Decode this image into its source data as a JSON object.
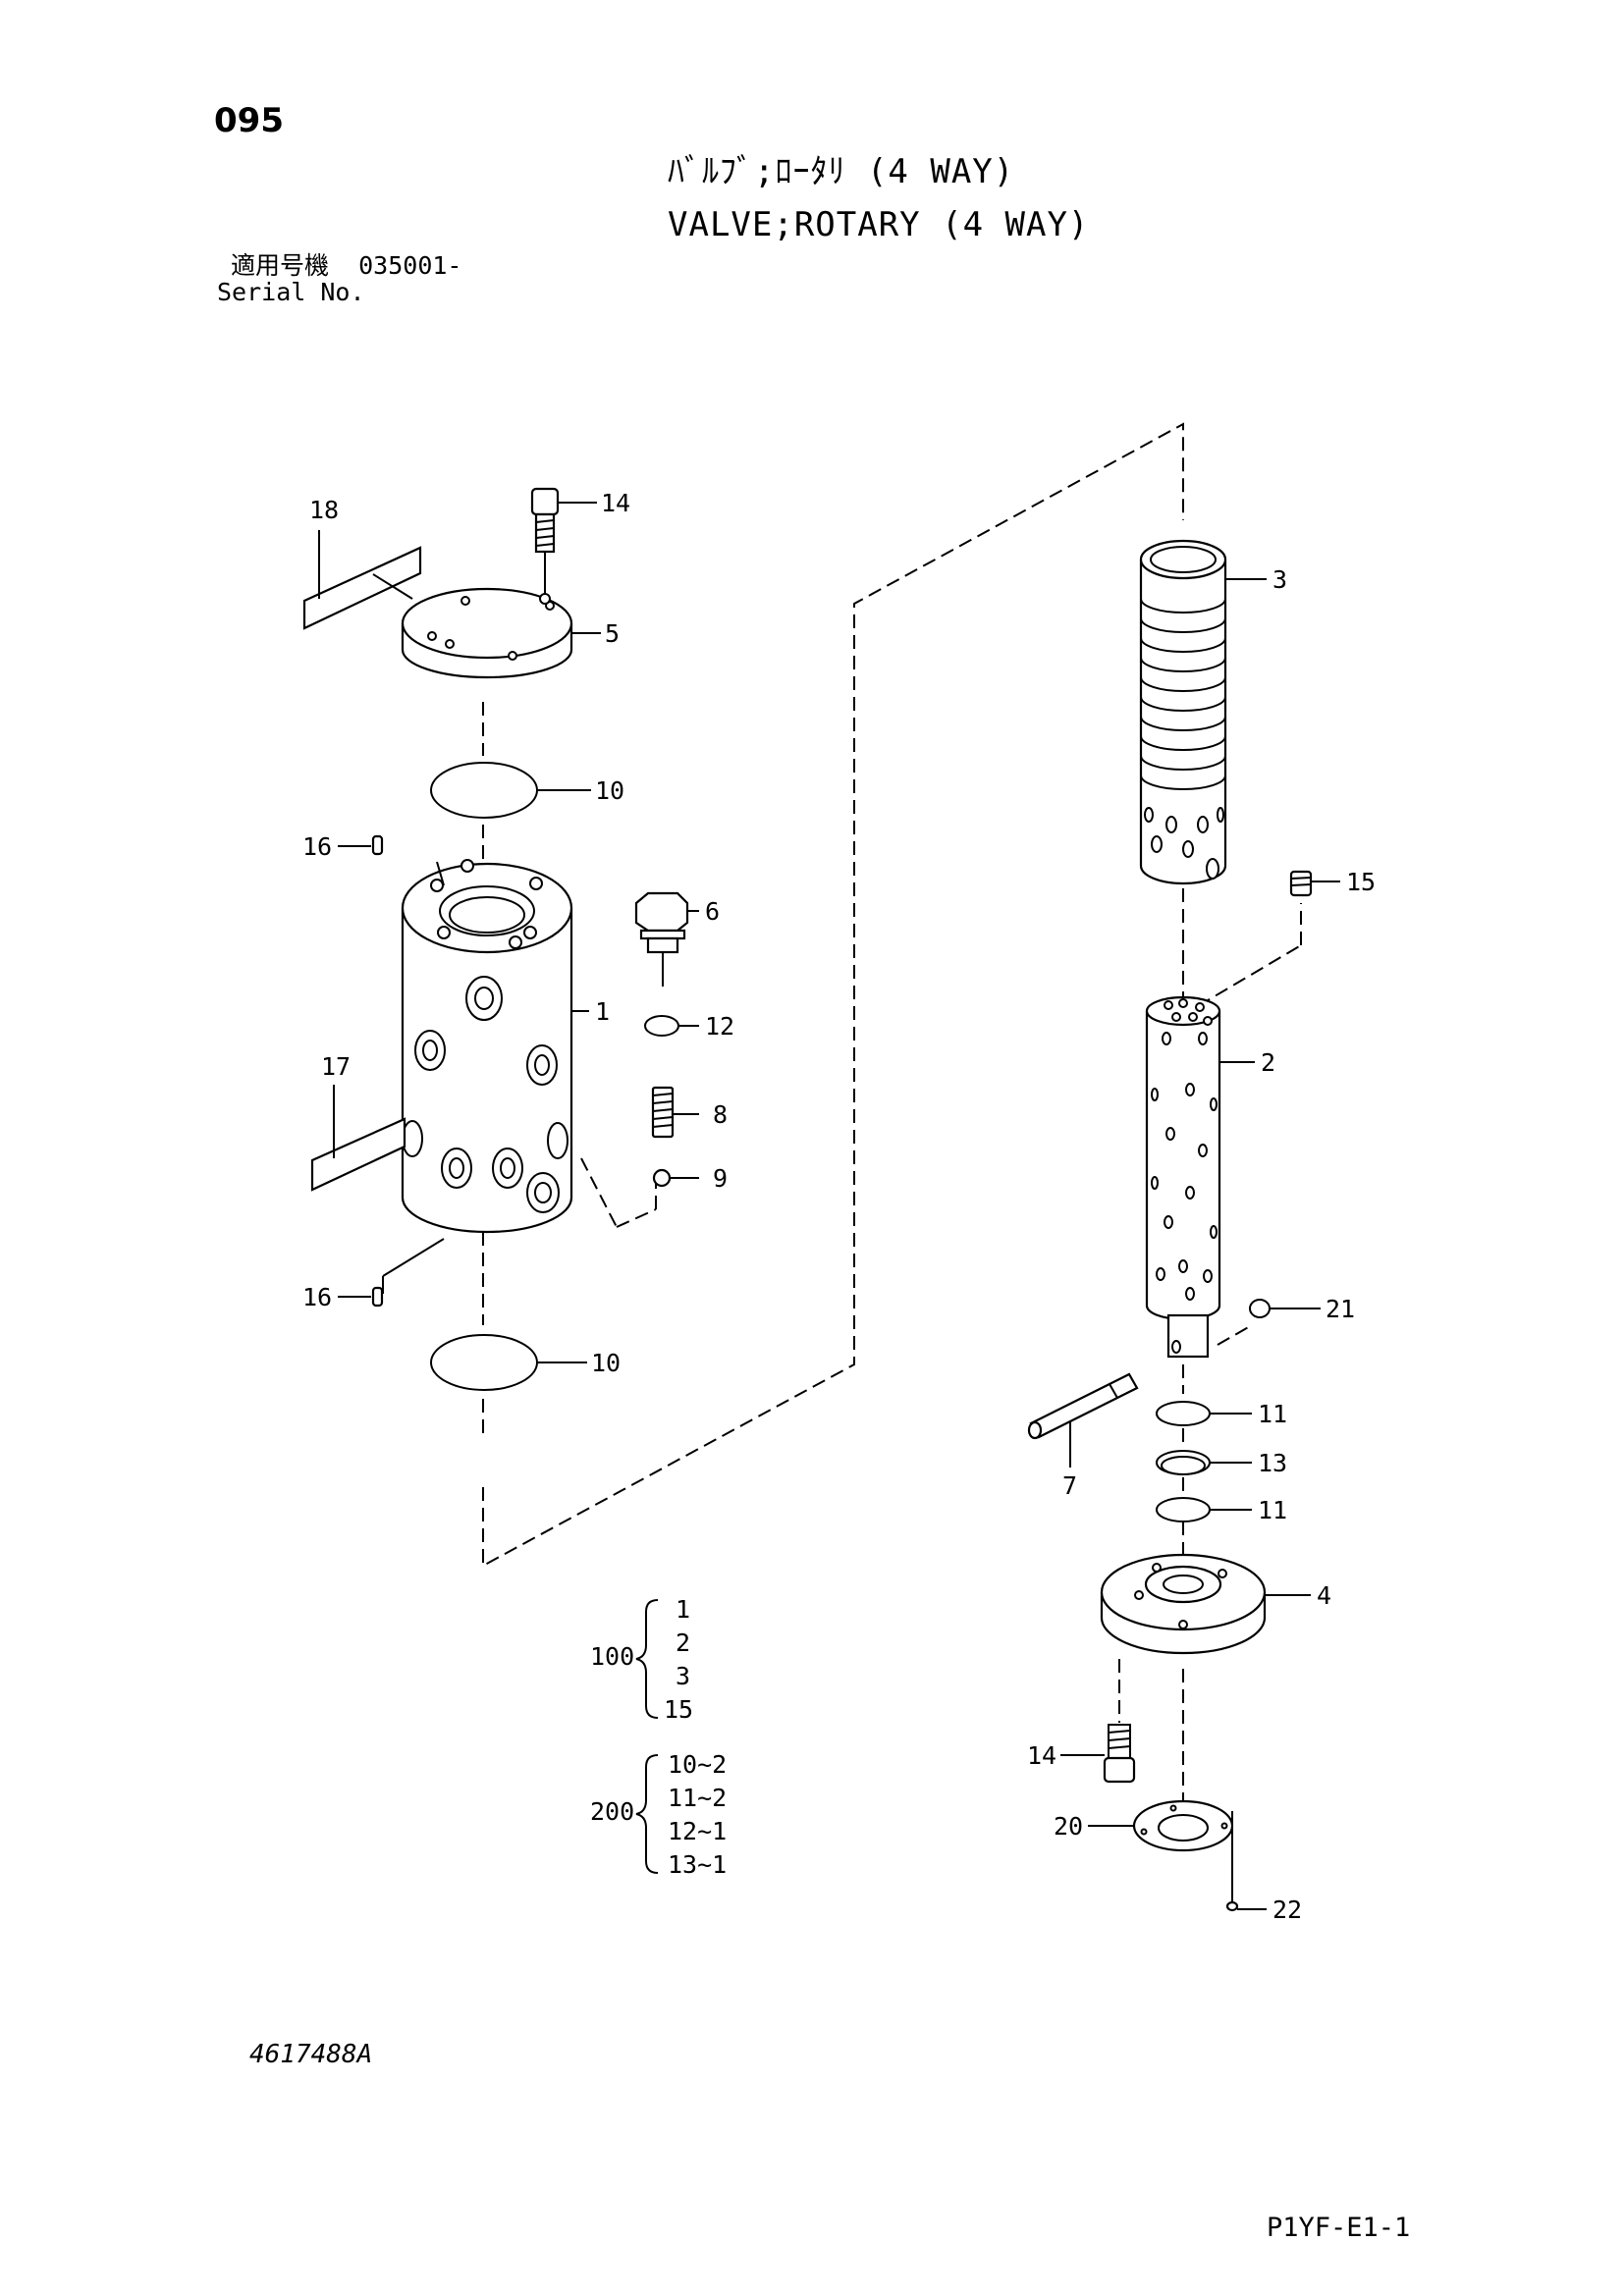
{
  "header": {
    "page_number": "095",
    "title_jp": "ﾊﾞﾙﾌﾞ;ﾛｰﾀﾘ (4 WAY)",
    "title_en": "VALVE;ROTARY (4 WAY)",
    "serial_label_jp": "適用号機",
    "serial_value": "035001-",
    "serial_label_en": "Serial No."
  },
  "callouts": {
    "c1": "1",
    "c2": "2",
    "c3": "3",
    "c4": "4",
    "c5": "5",
    "c6": "6",
    "c7": "7",
    "c8": "8",
    "c9": "9",
    "c10a": "10",
    "c10b": "10",
    "c11a": "11",
    "c11b": "11",
    "c12": "12",
    "c13": "13",
    "c14a": "14",
    "c14b": "14",
    "c15": "15",
    "c16a": "16",
    "c16b": "16",
    "c17": "17",
    "c18": "18",
    "c20": "20",
    "c21": "21",
    "c22": "22"
  },
  "kits": [
    {
      "number": "100",
      "items": [
        "1",
        "2",
        "3",
        "15"
      ]
    },
    {
      "number": "200",
      "items": [
        "10~2",
        "11~2",
        "12~1",
        "13~1"
      ]
    }
  ],
  "footer": {
    "drawing_number": "4617488A",
    "sheet_code": "P1YF-E1-1"
  }
}
